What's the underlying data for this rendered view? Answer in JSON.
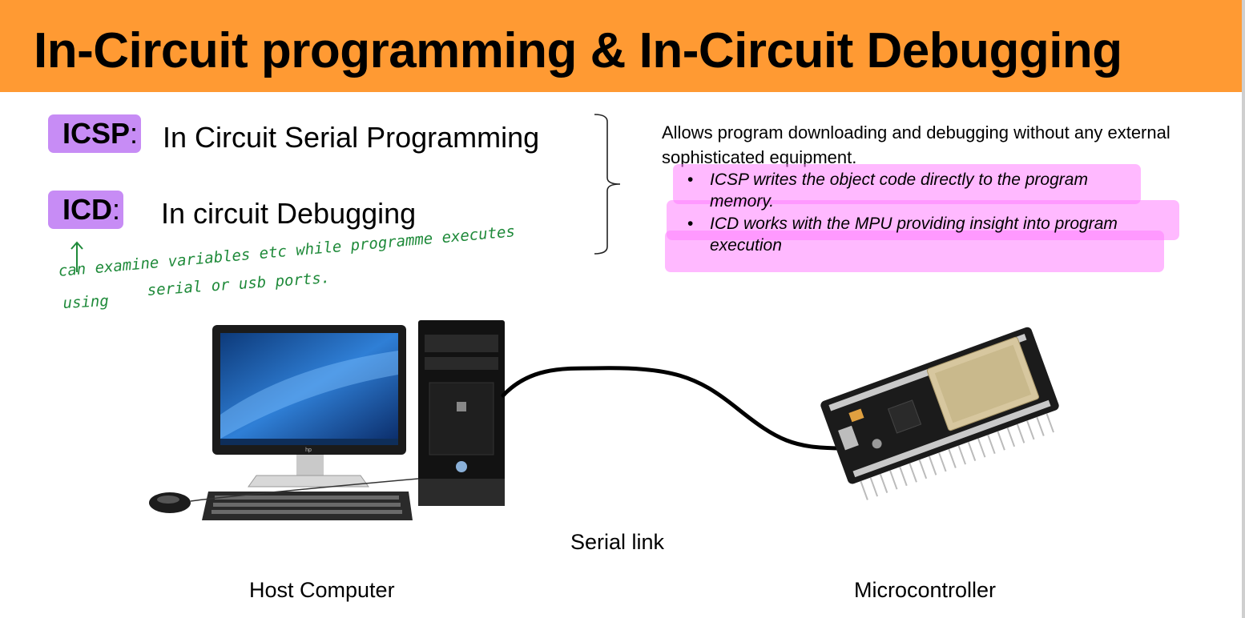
{
  "slide": {
    "title": "In-Circuit programming & In-Circuit Debugging",
    "icsp": {
      "abbr": "ICSP",
      "colon": ":",
      "description": "In Circuit Serial Programming"
    },
    "icd": {
      "abbr": "ICD",
      "colon": ":",
      "description": "In circuit Debugging"
    },
    "intro": "Allows program downloading and debugging without any external sophisticated equipment.",
    "bullets": [
      "ICSP writes the object code directly to the program memory.",
      "ICD works with the MPU providing insight into program execution"
    ],
    "bullet_marker": "•",
    "handwritten_note": {
      "line1": "can examine variables etc while programme executes",
      "line2_a": "using",
      "line2_b": "serial or usb ports."
    },
    "labels": {
      "serial_link": "Serial link",
      "host_computer": "Host Computer",
      "microcontroller": "Microcontroller"
    },
    "computer_logo": "hp"
  },
  "colors": {
    "header": "#ff9a33",
    "abbr_highlight": "#c78cf5",
    "bullet_highlight": "#ff80ff",
    "handwriting": "#1f8a3a"
  }
}
